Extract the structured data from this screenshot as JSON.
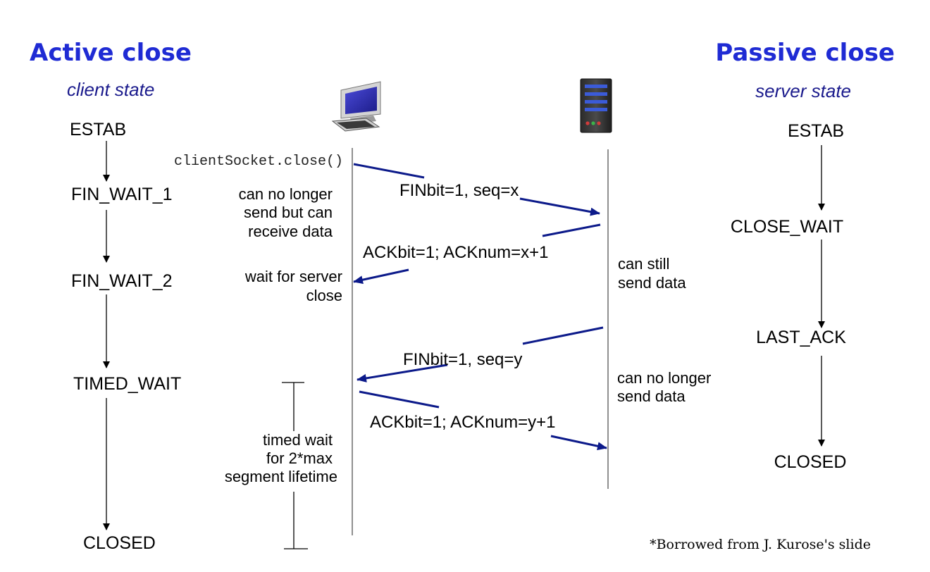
{
  "headings": {
    "left": "Active close",
    "right": "Passive close"
  },
  "subheadings": {
    "left": "client state",
    "right": "server state"
  },
  "client_states": [
    "ESTAB",
    "FIN_WAIT_1",
    "FIN_WAIT_2",
    "TIMED_WAIT",
    "CLOSED"
  ],
  "server_states": [
    "ESTAB",
    "CLOSE_WAIT",
    "LAST_ACK",
    "CLOSED"
  ],
  "client_call": "clientSocket.close()",
  "messages": [
    "FINbit=1, seq=x",
    "ACKbit=1; ACKnum=x+1",
    "FINbit=1, seq=y",
    "ACKbit=1; ACKnum=y+1"
  ],
  "client_notes": {
    "fin_wait_1": [
      "can no longer",
      "send but can",
      "receive data"
    ],
    "fin_wait_2": [
      "wait for server",
      "close"
    ],
    "timed_wait": [
      "timed wait",
      "for 2*max",
      "segment lifetime"
    ]
  },
  "server_notes": {
    "close_wait": [
      "can still",
      "send data"
    ],
    "last_ack": [
      "can no longer",
      "send data"
    ]
  },
  "icons": {
    "client": "desktop-computer-icon",
    "server": "server-tower-icon"
  },
  "colors": {
    "heading": "#1f2bd4",
    "subheading": "#1a1a8c",
    "message_arrow": "#0c1a8a"
  },
  "credit": "*Borrowed from J. Kurose's slide"
}
